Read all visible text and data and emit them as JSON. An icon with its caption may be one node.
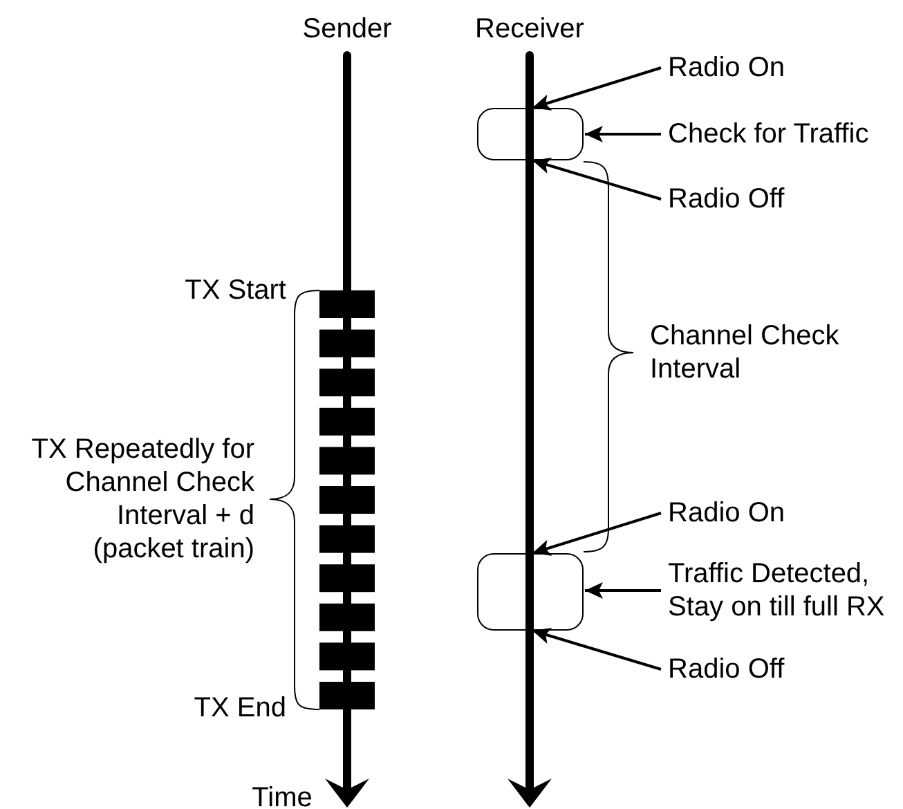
{
  "diagram": {
    "nodes": [
      {
        "text": [
          "Radio On"
        ]
      },
      {
        "text": [
          "Check for Traffic"
        ]
      },
      {
        "text": [],
        "shape": "box"
      },
      {
        "text": [
          "Radio Off"
        ]
      },
      {
        "text": [
          "Radio On"
        ]
      },
      {
        "text": [
          "Traffic Detected, Stay on till full RX"
        ]
      },
      {
        "text": [],
        "shape": "box"
      },
      {
        "text": [
          "Radio Off"
        ]
      }
    ],
    "edges": [
      {
        "from": 0,
        "to": 2,
        "arrow": "to"
      },
      {
        "from": 1,
        "to": 2,
        "arrow": "to"
      },
      {
        "from": 3,
        "to": 2,
        "arrow": "to"
      },
      {
        "from": 4,
        "to": 6,
        "arrow": "to"
      },
      {
        "from": 5,
        "to": 6,
        "arrow": "to"
      },
      {
        "from": 7,
        "to": 6,
        "arrow": "to"
      }
    ],
    "labels": [
      "Sender",
      "Receiver",
      "TX Start",
      "Channel Check Interval",
      "TX Repeatedly for Channel Check Interval + d (packet train)",
      "TX End",
      "Time"
    ]
  }
}
